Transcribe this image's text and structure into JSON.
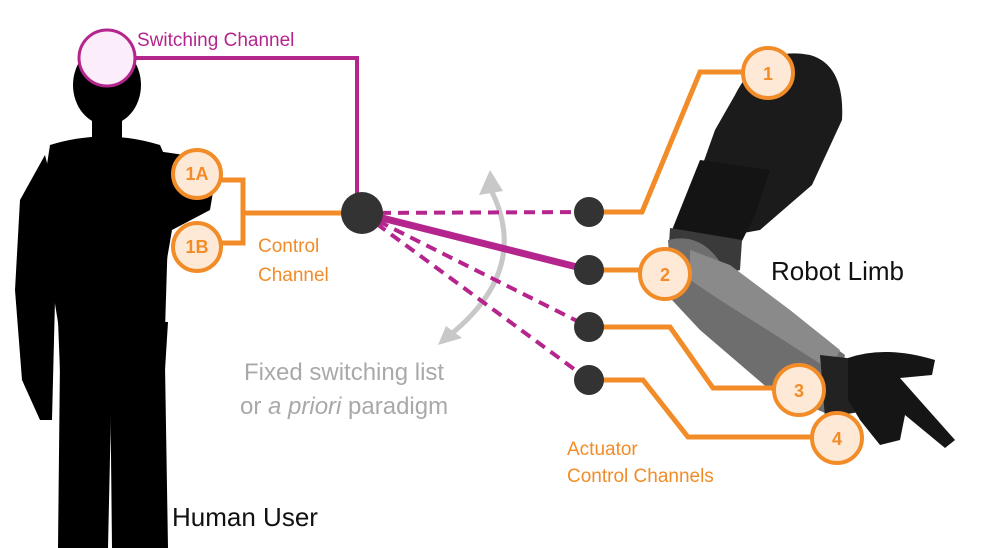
{
  "labels": {
    "switching_channel": "Switching Channel",
    "control_channel_line1": "Control",
    "control_channel_line2": "Channel",
    "fixed_line1": "Fixed switching list",
    "fixed_line2_a": "or ",
    "fixed_line2_italic": "a priori",
    "fixed_line2_b": " paradigm",
    "robot_limb": "Robot Limb",
    "human_user": "Human User",
    "actuator_line1": "Actuator",
    "actuator_line2": "Control Channels"
  },
  "inputs": [
    "1A",
    "1B"
  ],
  "actuators": [
    "1",
    "2",
    "3",
    "4"
  ],
  "colors": {
    "magenta": "#b5258e",
    "orange": "#f28c28",
    "gray_text": "#a9a9a9",
    "node": "#333333",
    "silhouette": "#000000"
  },
  "icons": {
    "human": "human-silhouette-icon",
    "robot": "robot-arm-icon"
  }
}
